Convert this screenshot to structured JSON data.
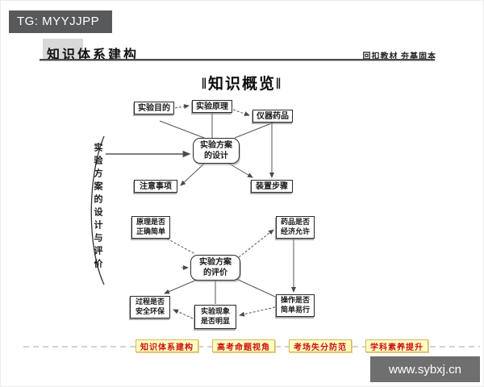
{
  "watermark": {
    "text": "TG: MYYJJPP"
  },
  "header": {
    "title": "知识体系建构",
    "tagline": "回扣教材  夯基固本"
  },
  "section": {
    "title": "‖知识概览‖"
  },
  "diagram": {
    "side_label": "实验方案的设计与评价",
    "design": {
      "purpose": "实验目的",
      "principle": "实验原理",
      "apparatus": "仪器药品",
      "center": "实验方案\n的设计",
      "notes": "注意事项",
      "steps": "装置步骤"
    },
    "evaluation": {
      "principle_check": "原理是否\n正确简单",
      "reagent_check": "药品是否\n经济允许",
      "center": "实验方案\n的评价",
      "process_check": "过程是否\n安全环保",
      "phenomenon_check": "实验现象\n是否明显",
      "operation_check": "操作是否\n简单易行"
    }
  },
  "footer_nav": {
    "items": [
      {
        "label": "知识体系建构"
      },
      {
        "label": "高考命题视角"
      },
      {
        "label": "考场失分防范"
      },
      {
        "label": "学科素养提升"
      }
    ]
  },
  "site": {
    "url": "www.sybxj.cn"
  },
  "colors": {
    "watermark_bg": "#58595b",
    "accent_red": "#cc1111",
    "nav_bg": "#ffffc1",
    "nav_border": "#d9b45c",
    "site_bg": "#6f6f6f",
    "header_block": "#d9d9d9"
  }
}
